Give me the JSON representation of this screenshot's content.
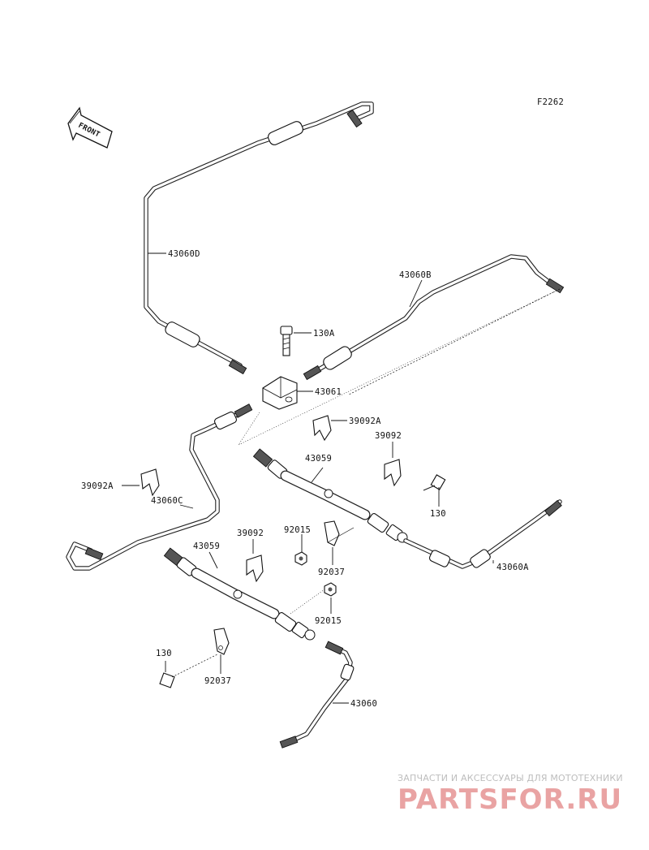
{
  "figure_code": "F2262",
  "front_marker": "FRONT",
  "labels": {
    "p43060D": "43060D",
    "p43060B": "43060B",
    "p130A": "130A",
    "p43061": "43061",
    "p39092A_top": "39092A",
    "p39092_top": "39092",
    "p43059_top": "43059",
    "p39092A_left": "39092A",
    "p43060C": "43060C",
    "p130_right": "130",
    "p92015_top": "92015",
    "p39092_mid": "39092",
    "p43059_bot": "43059",
    "p92037_top": "92037",
    "p43060A": "43060A",
    "p92015_bot": "92015",
    "p130_left": "130",
    "p92037_bot": "92037",
    "p43060": "43060"
  },
  "watermark": {
    "caption": "ЗАПЧАСТИ И АКСЕССУАРЫ ДЛЯ МОТОТЕХНИКИ",
    "logo": "PARTSFOR.RU"
  }
}
